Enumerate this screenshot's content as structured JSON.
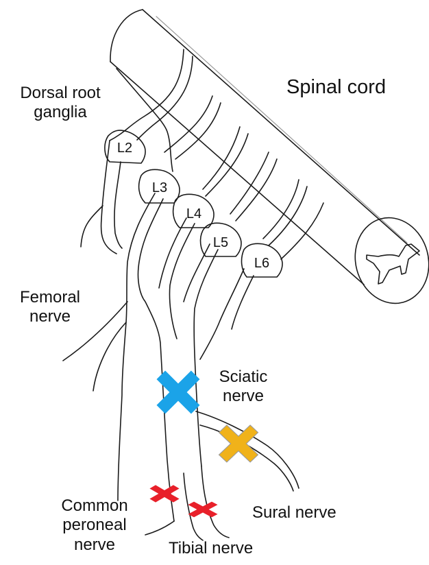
{
  "diagram": {
    "labels": {
      "spinal_cord": "Spinal cord",
      "drg_line1": "Dorsal root",
      "drg_line2": "ganglia",
      "femoral_line1": "Femoral",
      "femoral_line2": "nerve",
      "sciatic_line1": "Sciatic",
      "sciatic_line2": "nerve",
      "sural": "Sural nerve",
      "peroneal_line1": "Common",
      "peroneal_line2": "peroneal",
      "peroneal_line3": "nerve",
      "tibial": "Tibial nerve"
    },
    "ganglia": [
      "L2",
      "L3",
      "L4",
      "L5",
      "L6"
    ],
    "markers": {
      "sciatic_color": "#1ba3e8",
      "sural_color": "#f0b21a",
      "peroneal_color": "#e8202a",
      "tibial_color": "#e8202a"
    },
    "icons": [
      "dog-silhouette-icon"
    ]
  }
}
